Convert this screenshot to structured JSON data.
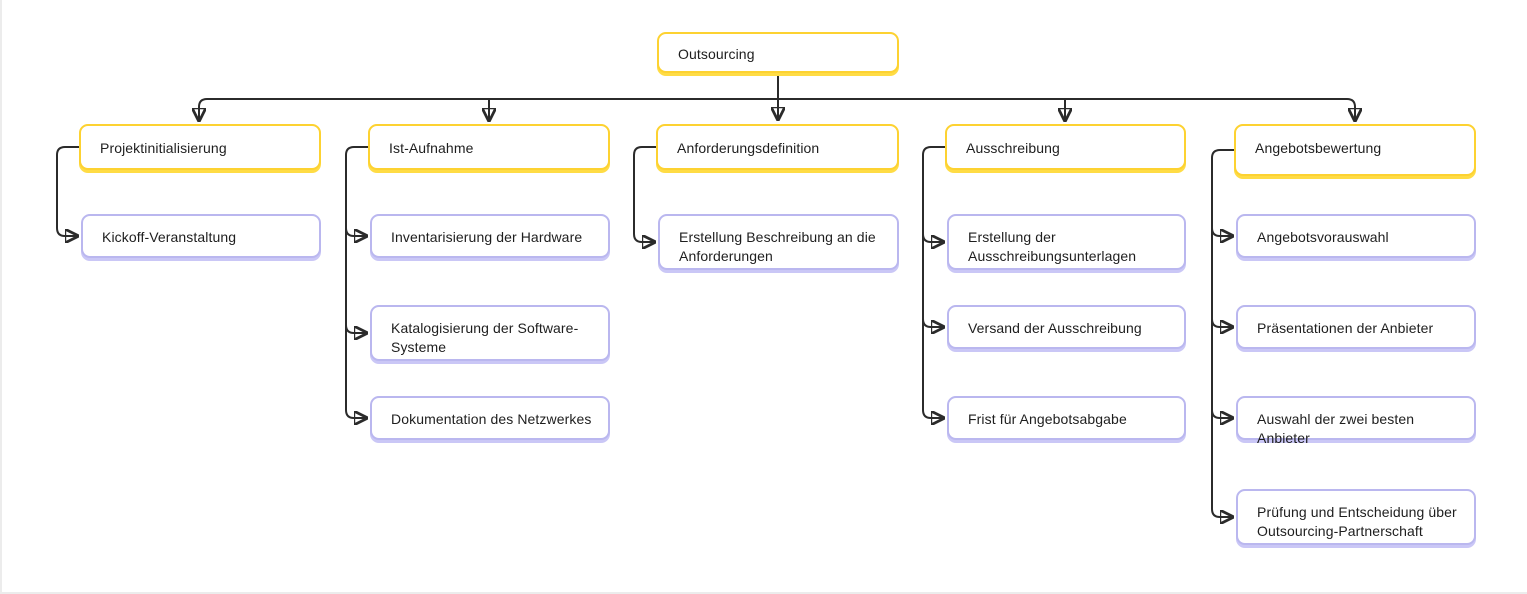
{
  "diagram": {
    "kind": "work-breakdown-structure",
    "root": {
      "label": "Outsourcing"
    },
    "branches": [
      {
        "label": "Projektinitialisierung",
        "children": [
          {
            "label": "Kickoff-Veranstaltung"
          }
        ]
      },
      {
        "label": "Ist-Aufnahme",
        "children": [
          {
            "label": "Inventarisierung der Hardware"
          },
          {
            "label": "Katalogisierung der Software-Systeme"
          },
          {
            "label": "Dokumentation des Netzwerkes"
          }
        ]
      },
      {
        "label": "Anforderungsdefinition",
        "children": [
          {
            "label": "Erstellung Beschreibung an die Anforderungen"
          }
        ]
      },
      {
        "label": "Ausschreibung",
        "children": [
          {
            "label": "Erstellung der Ausschreibungsunterlagen"
          },
          {
            "label": "Versand der Ausschreibung"
          },
          {
            "label": "Frist für Angebotsabgabe"
          }
        ]
      },
      {
        "label": "Angebotsbewertung",
        "children": [
          {
            "label": "Angebotsvorauswahl"
          },
          {
            "label": "Präsentationen der Anbieter"
          },
          {
            "label": "Auswahl der zwei besten Anbieter"
          },
          {
            "label": "Prüfung und Entscheidung über Outsourcing-Partnerschaft"
          }
        ]
      }
    ],
    "colors": {
      "level1_border": "#fdd231",
      "level1_shadow": "#ffdc45",
      "level2_border": "#bab7ef",
      "level2_shadow": "#cac7f6",
      "connector": "#2b2b2b",
      "text": "#1e1e1e",
      "background": "#ffffff"
    }
  }
}
